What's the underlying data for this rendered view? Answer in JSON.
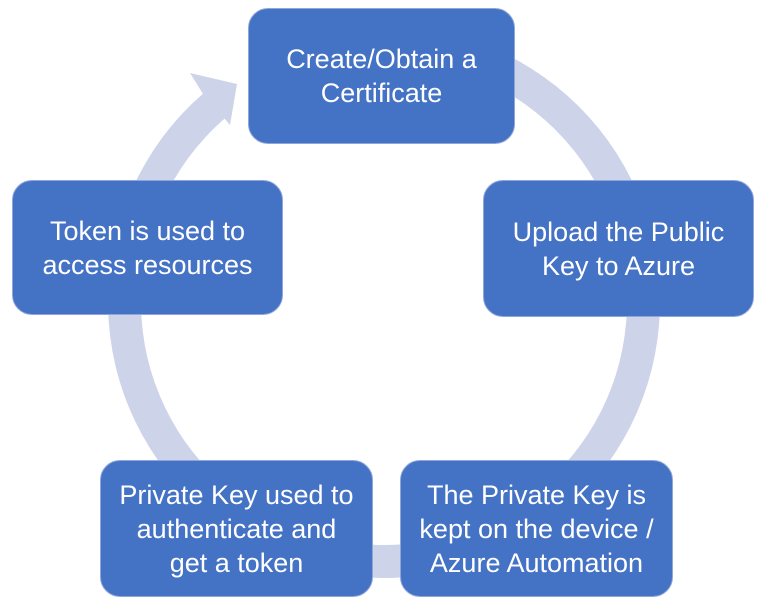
{
  "diagram": {
    "type": "cycle",
    "direction": "clockwise",
    "colors": {
      "node_fill": "#4472C4",
      "node_border": "#8FA6DA",
      "node_text": "#FFFFFF",
      "arrow": "#CDD3E9",
      "background": "#FFFFFF"
    },
    "nodes": [
      {
        "id": "create-obtain-certificate",
        "position": "top",
        "lines": [
          "Create/Obtain a",
          "Certificate"
        ]
      },
      {
        "id": "upload-public-key",
        "position": "right",
        "lines": [
          "Upload the Public",
          "Key to Azure"
        ]
      },
      {
        "id": "private-key-kept",
        "position": "bottom-right",
        "lines": [
          "The Private Key is",
          "kept on the device /",
          "Azure Automation"
        ]
      },
      {
        "id": "private-key-authenticate",
        "position": "bottom-left",
        "lines": [
          "Private Key used to",
          "authenticate and",
          "get a token"
        ]
      },
      {
        "id": "token-access-resources",
        "position": "left",
        "lines": [
          "Token is used to",
          "access resources"
        ]
      }
    ]
  }
}
